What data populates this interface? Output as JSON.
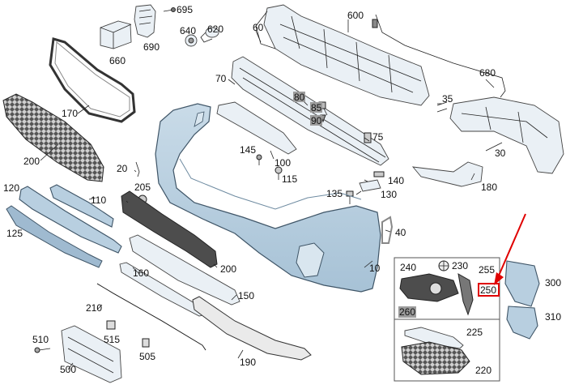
{
  "diagram": {
    "labels": {
      "l10": "10",
      "l20": "20",
      "l30": "30",
      "l35": "35",
      "l40": "40",
      "l60": "60",
      "l70": "70",
      "l75": "75",
      "l80": "80",
      "l85": "85",
      "l90": "90",
      "l100": "100",
      "l110": "110",
      "l115": "115",
      "l120": "120",
      "l125": "125",
      "l130": "130",
      "l135": "135",
      "l140": "140",
      "l145": "145",
      "l150": "150",
      "l160": "160",
      "l170": "170",
      "l180": "180",
      "l190": "190",
      "l200a": "200",
      "l200b": "200",
      "l205": "205",
      "l210": "210",
      "l220": "220",
      "l225": "225",
      "l230": "230",
      "l240": "240",
      "l250": "250",
      "l255": "255",
      "l260": "260",
      "l300": "300",
      "l310": "310",
      "l500": "500",
      "l505": "505",
      "l510": "510",
      "l515": "515",
      "l600": "600",
      "l620": "620",
      "l640": "640",
      "l660": "660",
      "l680": "680",
      "l690": "690",
      "l695": "695"
    },
    "colors": {
      "highlight_arrow": "#e00000",
      "bumper_fill": "#b8cfe0",
      "shaded_label_box": "#9c9c9c"
    }
  }
}
